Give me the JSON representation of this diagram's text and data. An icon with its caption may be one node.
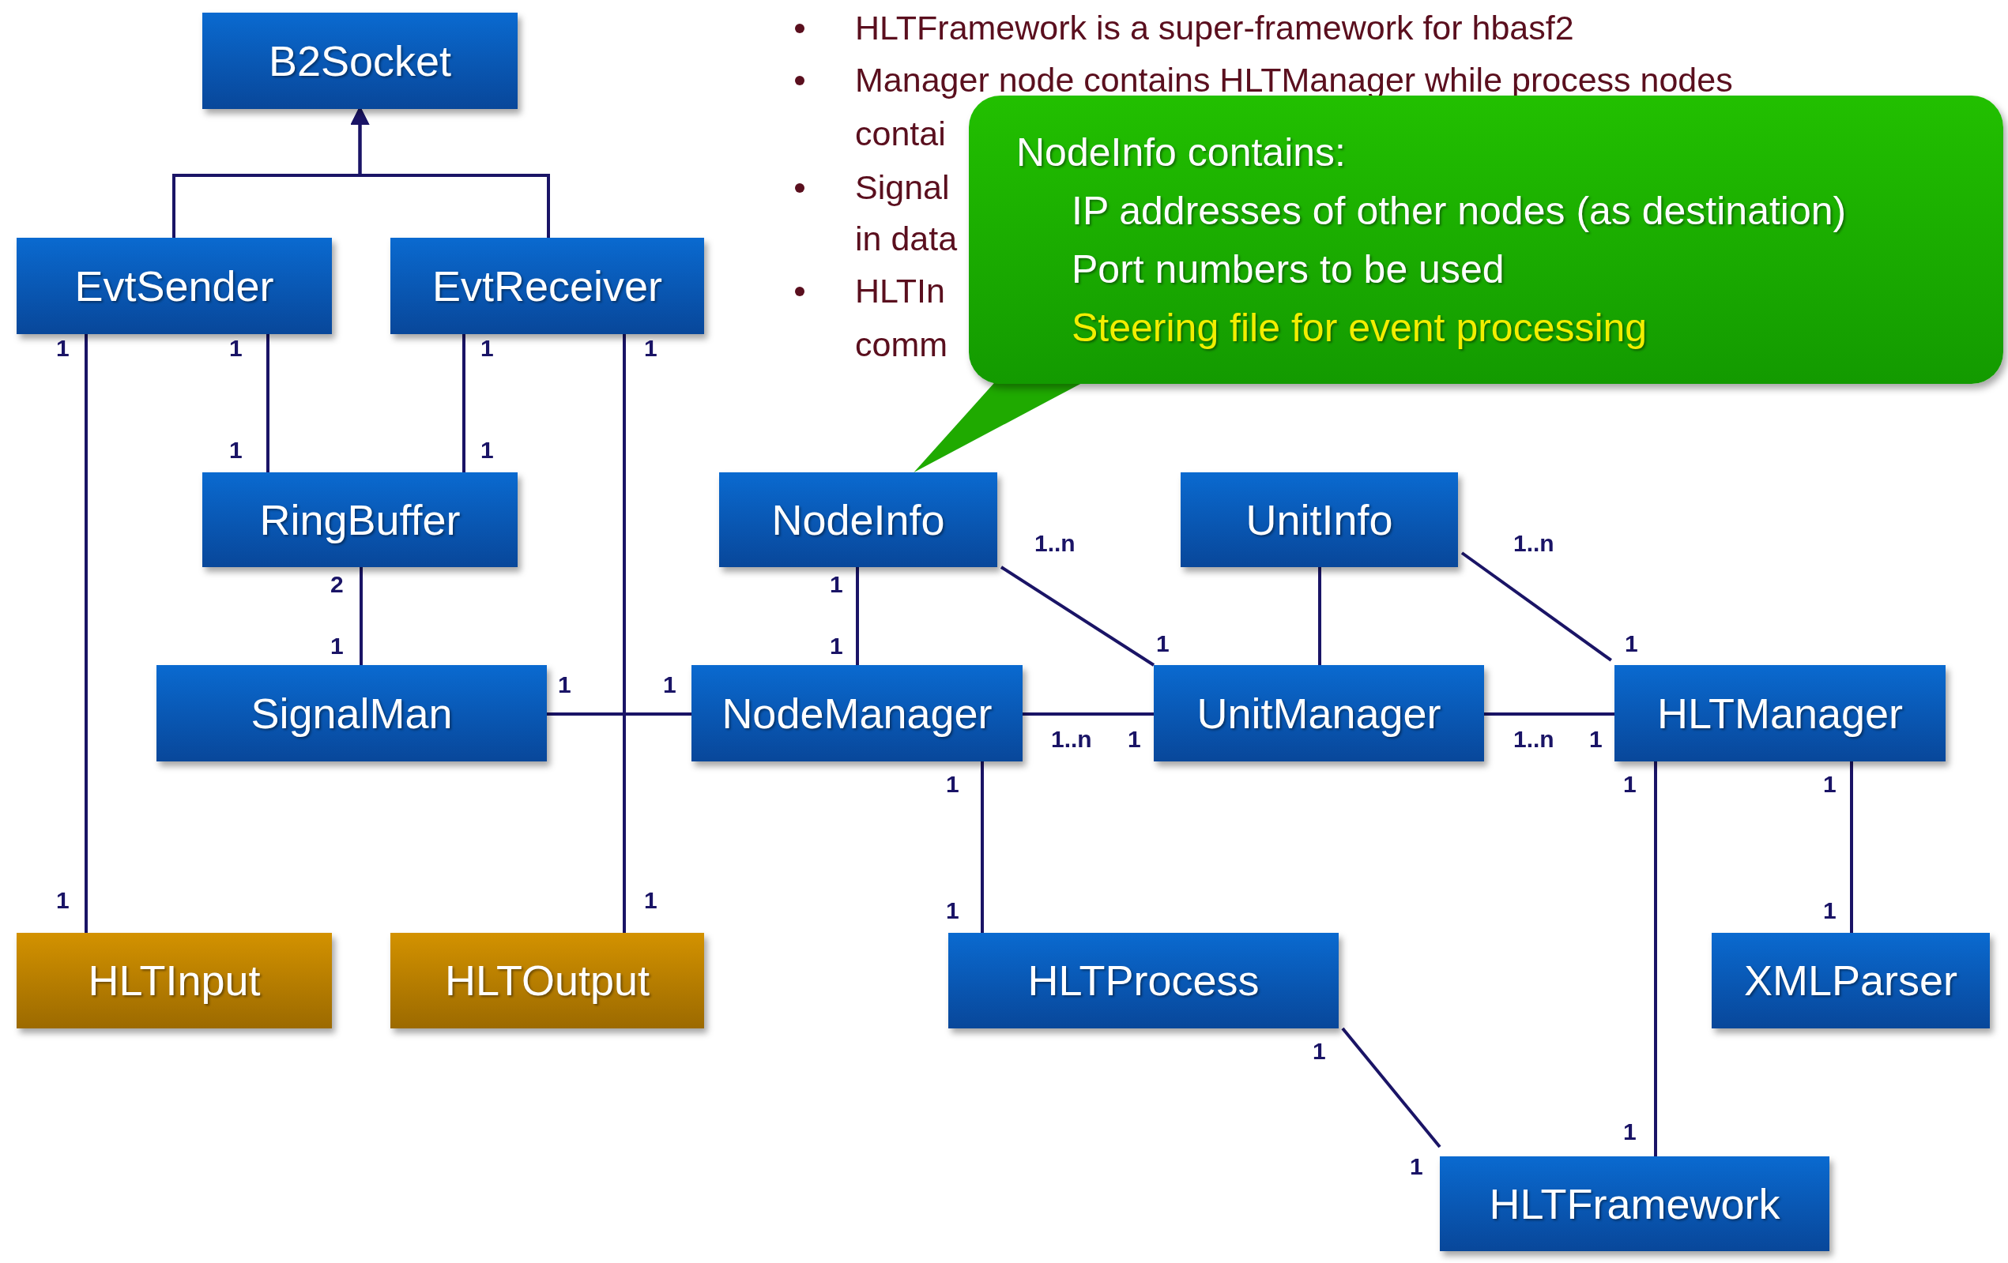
{
  "diagram": {
    "nodes": [
      {
        "text": [
          "B2Socket"
        ]
      },
      {
        "text": [
          "EvtSender"
        ]
      },
      {
        "text": [
          "EvtReceiver"
        ]
      },
      {
        "text": [
          "RingBuffer"
        ]
      },
      {
        "text": [
          "SignalMan"
        ]
      },
      {
        "text": [
          "NodeManager"
        ]
      },
      {
        "text": [
          "NodeInfo"
        ]
      },
      {
        "text": [
          "UnitInfo"
        ]
      },
      {
        "text": [
          "UnitManager"
        ]
      },
      {
        "text": [
          "HLTManager"
        ]
      },
      {
        "text": [
          "HLTInput"
        ]
      },
      {
        "text": [
          "HLTOutput"
        ]
      },
      {
        "text": [
          "HLTProcess"
        ]
      },
      {
        "text": [
          "XMLParser"
        ]
      },
      {
        "text": [
          "HLTFramework"
        ]
      },
      {
        "text": [
          "NodeInfo contains:",
          "IP addresses of other nodes (as destination)",
          "Port numbers to be used",
          "Steering file for event processing"
        ]
      }
    ],
    "edges": [
      {
        "from": 1,
        "to": 0,
        "arrow": "to"
      },
      {
        "from": 2,
        "to": 0,
        "arrow": "to"
      },
      {
        "from": 1,
        "to": 3,
        "arrow": "none"
      },
      {
        "from": 2,
        "to": 3,
        "arrow": "none"
      },
      {
        "from": 1,
        "to": 10,
        "arrow": "none"
      },
      {
        "from": 2,
        "to": 11,
        "arrow": "none"
      },
      {
        "from": 3,
        "to": 4,
        "arrow": "none"
      },
      {
        "from": 4,
        "to": 5,
        "arrow": "none"
      },
      {
        "from": 6,
        "to": 5,
        "arrow": "none"
      },
      {
        "from": 6,
        "to": 8,
        "arrow": "none"
      },
      {
        "from": 5,
        "to": 8,
        "arrow": "none"
      },
      {
        "from": 7,
        "to": 8,
        "arrow": "none"
      },
      {
        "from": 7,
        "to": 9,
        "arrow": "none"
      },
      {
        "from": 8,
        "to": 9,
        "arrow": "none"
      },
      {
        "from": 5,
        "to": 12,
        "arrow": "none"
      },
      {
        "from": 9,
        "to": 14,
        "arrow": "none"
      },
      {
        "from": 9,
        "to": 13,
        "arrow": "none"
      },
      {
        "from": 12,
        "to": 14,
        "arrow": "none"
      },
      {
        "from": 15,
        "to": 6,
        "arrow": "none",
        "color": "#1faa00"
      }
    ],
    "labels": [
      "HLTFramework is a super-framework for hbasf2",
      "Manager node contains HLTManager while process nodes",
      "contai",
      "Signal",
      "in data",
      "HLTIn",
      "1",
      "1",
      "1",
      "1",
      "comm",
      "1",
      "1",
      "1..n",
      "1..n",
      "2",
      "1",
      "1",
      "1",
      "1",
      "1",
      "1",
      "1",
      "1..n",
      "1",
      "1..n",
      "1",
      "1",
      "1",
      "1",
      "1",
      "1",
      "1",
      "1",
      "1",
      "1",
      "1"
    ]
  }
}
